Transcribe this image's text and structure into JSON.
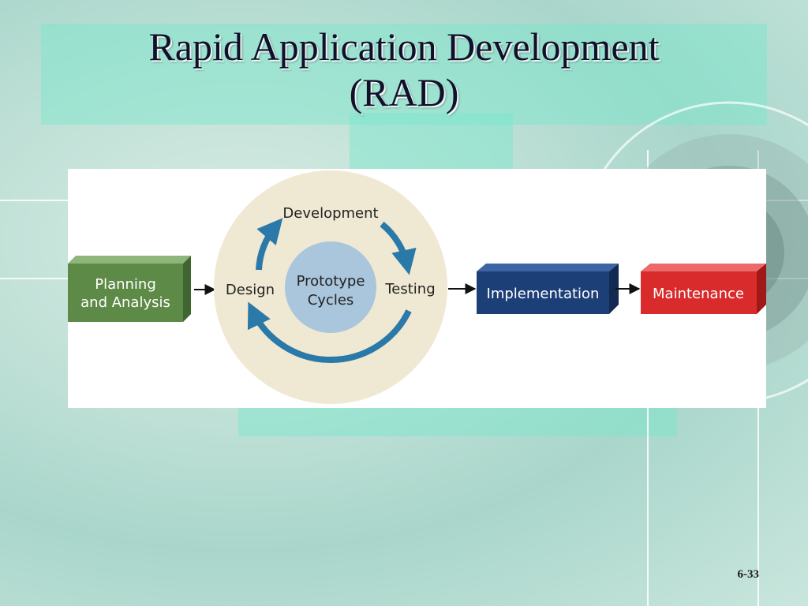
{
  "slide": {
    "title_line1": "Rapid Application Development",
    "title_line2": "(RAD)",
    "slide_number": "6-33"
  },
  "diagram": {
    "planning_label_line1": "Planning",
    "planning_label_line2": "and Analysis",
    "cycle_design": "Design",
    "cycle_development": "Development",
    "cycle_testing": "Testing",
    "cycle_center_line1": "Prototype",
    "cycle_center_line2": "Cycles",
    "implementation_label": "Implementation",
    "maintenance_label": "Maintenance"
  },
  "colors": {
    "planning": "#5e8a47",
    "implementation": "#1d3f78",
    "maintenance": "#d92b2b",
    "cycle_ring": "#efe8d2",
    "cycle_center": "#a9c6dc",
    "cycle_arrow": "#2b79a8"
  },
  "icons": [
    "arrow-right-icon",
    "cycle-arrow-icon"
  ]
}
